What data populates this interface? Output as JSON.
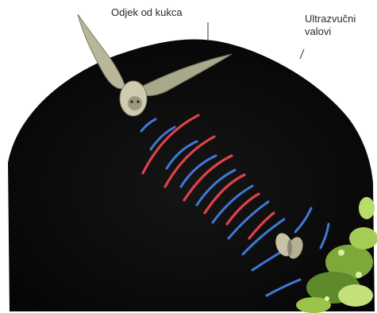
{
  "labels": {
    "echo": "Odjek od kukca",
    "ultrasound_line1": "Ultrazvučni",
    "ultrasound_line2": "valovi"
  },
  "colors": {
    "background": "#ffffff",
    "dark_field": "#111111",
    "echo_waves": "#e0424a",
    "ultrasound_waves": "#3f78d8",
    "bat_wing": "#c9c7a8",
    "foliage": "#9cc44a"
  },
  "figure": {
    "depicts": [
      "bat",
      "moth",
      "ultrasound-waves",
      "echo-waves",
      "foliage"
    ]
  }
}
